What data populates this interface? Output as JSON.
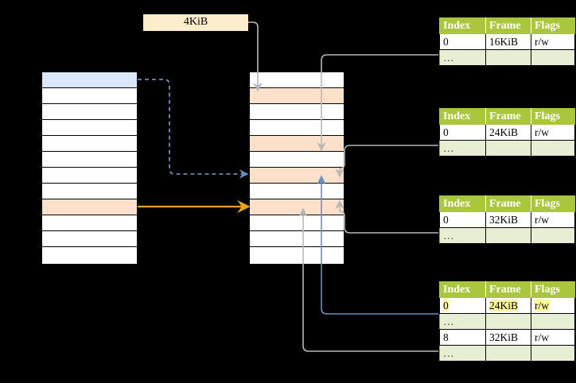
{
  "diagram": {
    "title_label": "4KiB",
    "colors": {
      "header_green": "#aac63c",
      "row_alt_green": "#e8eed3",
      "highlight_yellow": "#fdf79b",
      "peach": "#fde0ca",
      "blue_row": "#dbe8f9",
      "orange_arrow": "#e8a317",
      "blue_arrow": "#6b8fc4",
      "gray_arrow": "#b3b3b3",
      "label_bg": "#fdedcc"
    },
    "left_column": {
      "name": "virtual-address-space",
      "rows": 12,
      "highlights": [
        {
          "index": 0,
          "style": "blue"
        },
        {
          "index": 8,
          "style": "peach"
        }
      ]
    },
    "middle_column": {
      "name": "physical-memory",
      "rows": 12,
      "highlights": [
        {
          "index": 1,
          "style": "peach"
        },
        {
          "index": 4,
          "style": "peach"
        },
        {
          "index": 6,
          "style": "peach"
        },
        {
          "index": 8,
          "style": "peach"
        }
      ]
    },
    "page_tables": [
      {
        "name": "page-table-1",
        "headers": [
          "Index",
          "Frame",
          "Flags"
        ],
        "rows": [
          {
            "cells": [
              "0",
              "16KiB",
              "r/w"
            ],
            "kind": "data",
            "highlight": false
          },
          {
            "cells": [
              "…",
              "",
              ""
            ],
            "kind": "ellipsis",
            "highlight": false
          }
        ]
      },
      {
        "name": "page-table-2",
        "headers": [
          "Index",
          "Frame",
          "Flags"
        ],
        "rows": [
          {
            "cells": [
              "0",
              "24KiB",
              "r/w"
            ],
            "kind": "data",
            "highlight": false
          },
          {
            "cells": [
              "…",
              "",
              ""
            ],
            "kind": "ellipsis",
            "highlight": false
          }
        ]
      },
      {
        "name": "page-table-3",
        "headers": [
          "Index",
          "Frame",
          "Flags"
        ],
        "rows": [
          {
            "cells": [
              "0",
              "32KiB",
              "r/w"
            ],
            "kind": "data",
            "highlight": false
          },
          {
            "cells": [
              "…",
              "",
              ""
            ],
            "kind": "ellipsis",
            "highlight": false
          }
        ]
      },
      {
        "name": "page-table-4",
        "headers": [
          "Index",
          "Frame",
          "Flags"
        ],
        "rows": [
          {
            "cells": [
              "0",
              "24KiB",
              "r/w"
            ],
            "kind": "data",
            "highlight": true
          },
          {
            "cells": [
              "…",
              "",
              ""
            ],
            "kind": "ellipsis",
            "highlight": false
          },
          {
            "cells": [
              "8",
              "32KiB",
              "r/w"
            ],
            "kind": "data",
            "highlight": false
          },
          {
            "cells": [
              "…",
              "",
              ""
            ],
            "kind": "ellipsis",
            "highlight": false
          }
        ]
      }
    ]
  }
}
